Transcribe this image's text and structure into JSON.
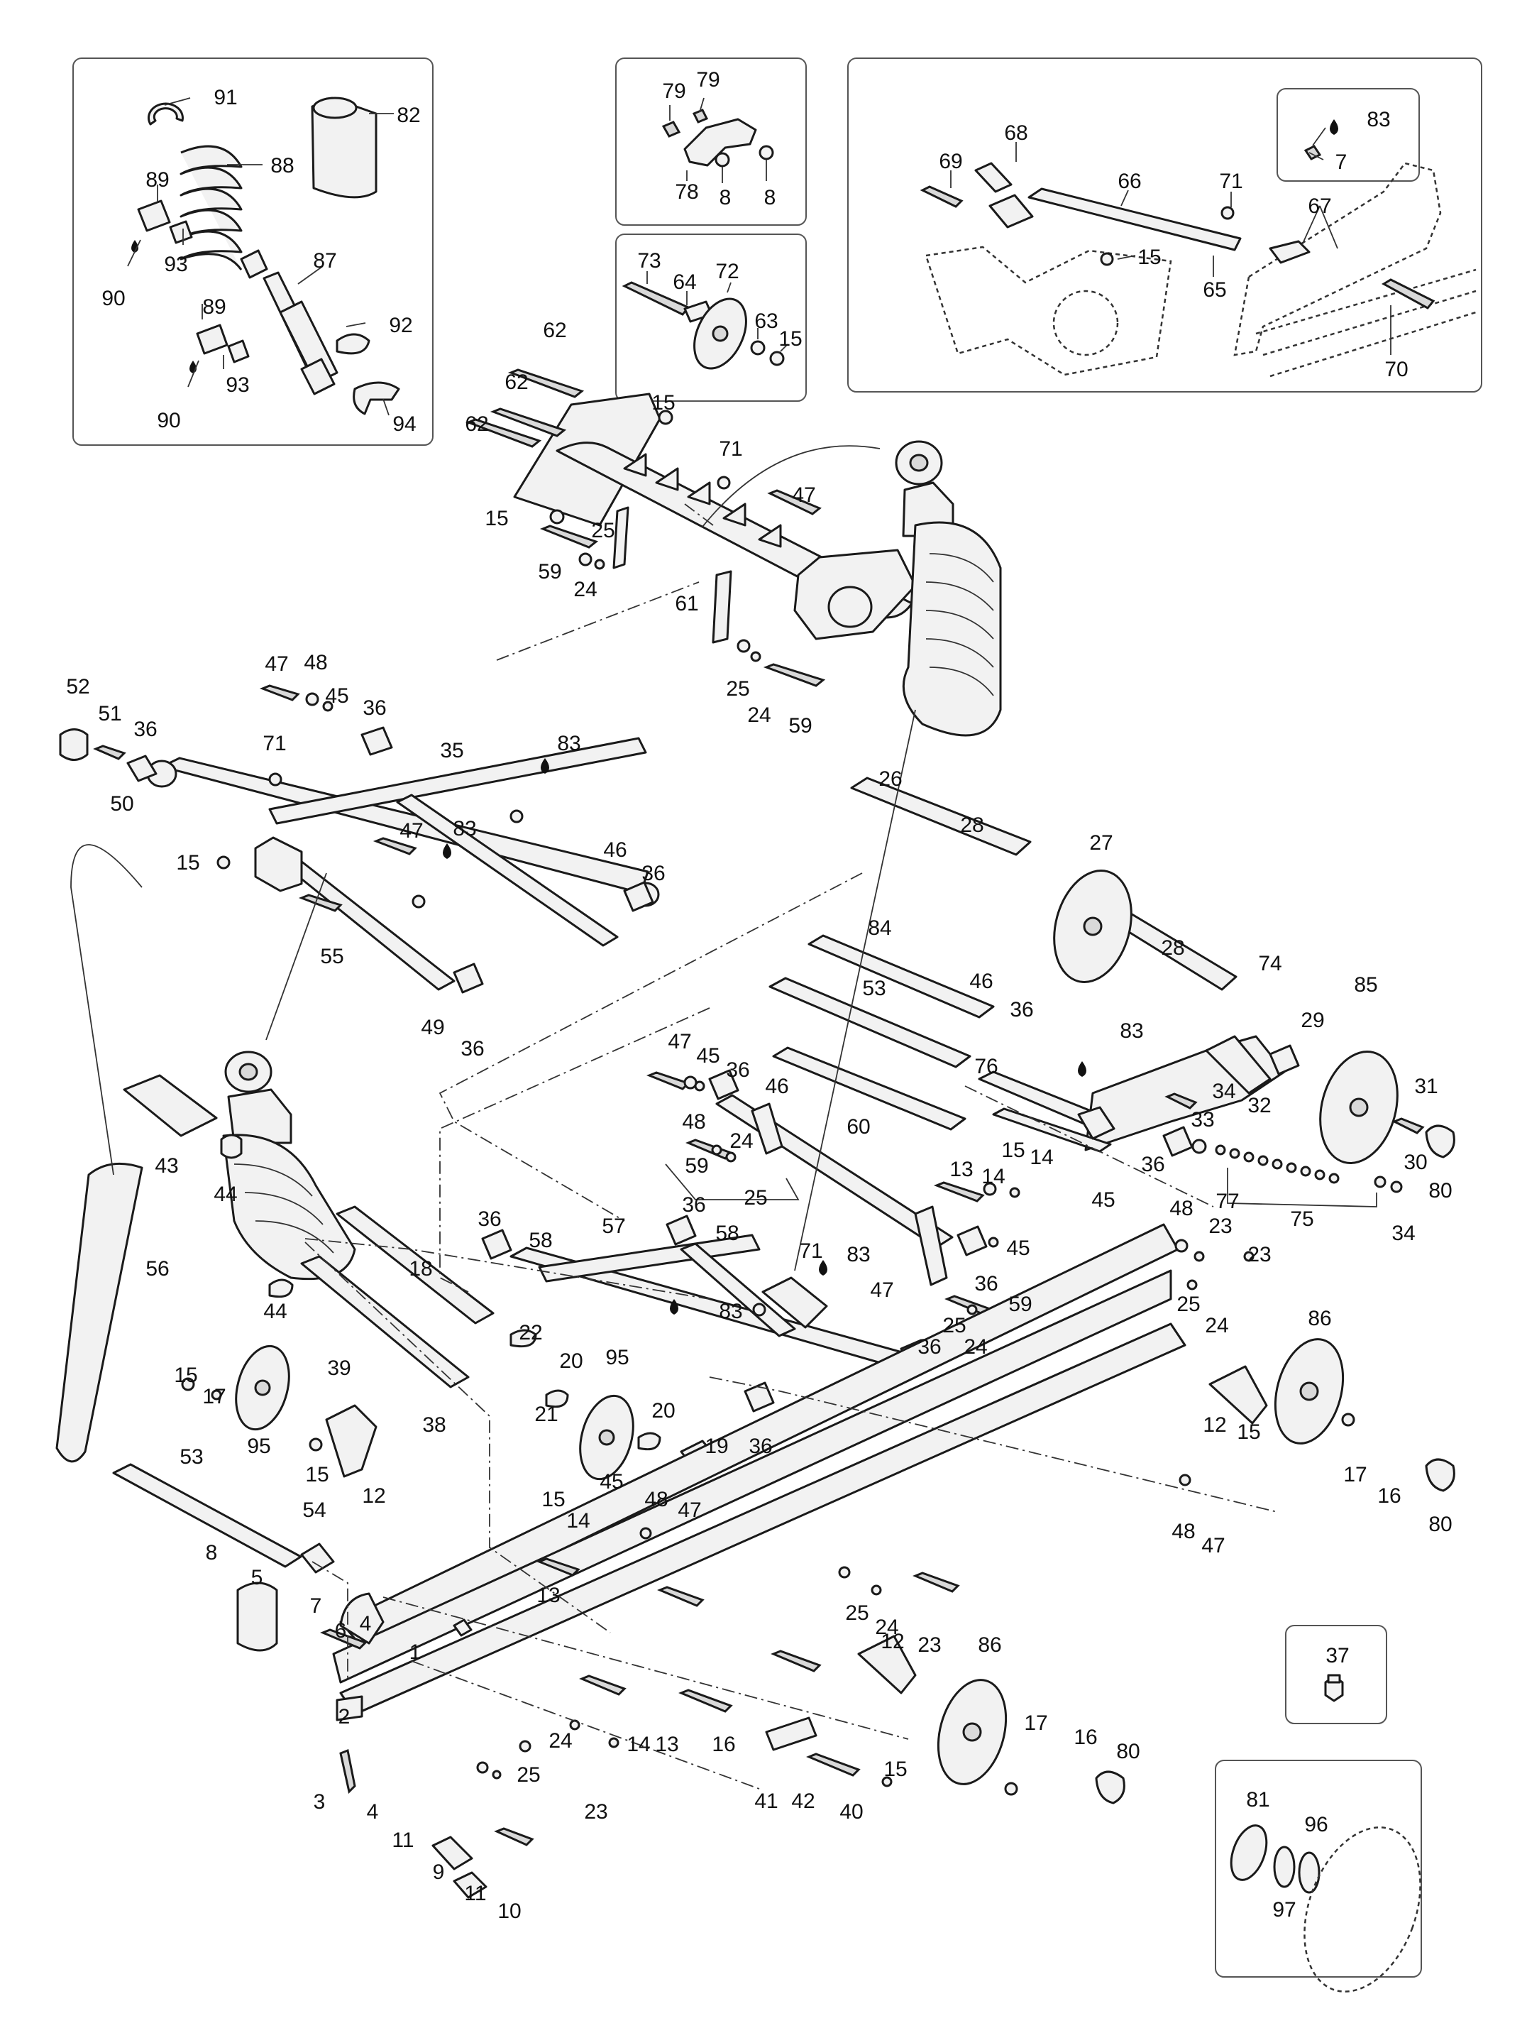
{
  "figure": {
    "callouts": [
      {
        "id": "c91",
        "text": "91"
      },
      {
        "id": "c82",
        "text": "82"
      },
      {
        "id": "c88",
        "text": "88"
      },
      {
        "id": "c89a",
        "text": "89"
      },
      {
        "id": "c90a",
        "text": "90"
      },
      {
        "id": "c93a",
        "text": "93"
      },
      {
        "id": "c87",
        "text": "87"
      },
      {
        "id": "c89b",
        "text": "89"
      },
      {
        "id": "c92",
        "text": "92"
      },
      {
        "id": "c90b",
        "text": "90"
      },
      {
        "id": "c93b",
        "text": "93"
      },
      {
        "id": "c94",
        "text": "94"
      },
      {
        "id": "c79a",
        "text": "79"
      },
      {
        "id": "c79b",
        "text": "79"
      },
      {
        "id": "c78",
        "text": "78"
      },
      {
        "id": "c8a",
        "text": "8"
      },
      {
        "id": "c8b",
        "text": "8"
      },
      {
        "id": "c73",
        "text": "73"
      },
      {
        "id": "c64",
        "text": "64"
      },
      {
        "id": "c72",
        "text": "72"
      },
      {
        "id": "c63",
        "text": "63"
      },
      {
        "id": "c15a",
        "text": "15"
      },
      {
        "id": "c68",
        "text": "68"
      },
      {
        "id": "c69",
        "text": "69"
      },
      {
        "id": "c66",
        "text": "66"
      },
      {
        "id": "c71a",
        "text": "71"
      },
      {
        "id": "c83a",
        "text": "83"
      },
      {
        "id": "c7a",
        "text": "7"
      },
      {
        "id": "c67",
        "text": "67"
      },
      {
        "id": "c15b",
        "text": "15"
      },
      {
        "id": "c65",
        "text": "65"
      },
      {
        "id": "c70",
        "text": "70"
      },
      {
        "id": "c62a",
        "text": "62"
      },
      {
        "id": "c62b",
        "text": "62"
      },
      {
        "id": "c62c",
        "text": "62"
      },
      {
        "id": "c15c",
        "text": "15"
      },
      {
        "id": "c15d",
        "text": "15"
      },
      {
        "id": "c71b",
        "text": "71"
      },
      {
        "id": "c47a",
        "text": "47"
      },
      {
        "id": "c25a",
        "text": "25"
      },
      {
        "id": "c59a",
        "text": "59"
      },
      {
        "id": "c24a",
        "text": "24"
      },
      {
        "id": "c61",
        "text": "61"
      },
      {
        "id": "c25b",
        "text": "25"
      },
      {
        "id": "c24b",
        "text": "24"
      },
      {
        "id": "c59b",
        "text": "59"
      },
      {
        "id": "c52",
        "text": "52"
      },
      {
        "id": "c51",
        "text": "51"
      },
      {
        "id": "c36a",
        "text": "36"
      },
      {
        "id": "c50",
        "text": "50"
      },
      {
        "id": "c47b",
        "text": "47"
      },
      {
        "id": "c48a",
        "text": "48"
      },
      {
        "id": "c45a",
        "text": "45"
      },
      {
        "id": "c36b",
        "text": "36"
      },
      {
        "id": "c71c",
        "text": "71"
      },
      {
        "id": "c35",
        "text": "35"
      },
      {
        "id": "c83b",
        "text": "83"
      },
      {
        "id": "c47c",
        "text": "47"
      },
      {
        "id": "c83c",
        "text": "83"
      },
      {
        "id": "c15e",
        "text": "15"
      },
      {
        "id": "c46a",
        "text": "46"
      },
      {
        "id": "c36c",
        "text": "36"
      },
      {
        "id": "c55",
        "text": "55"
      },
      {
        "id": "c49",
        "text": "49"
      },
      {
        "id": "c36d",
        "text": "36"
      },
      {
        "id": "c26",
        "text": "26"
      },
      {
        "id": "c28a",
        "text": "28"
      },
      {
        "id": "c27",
        "text": "27"
      },
      {
        "id": "c28b",
        "text": "28"
      },
      {
        "id": "c74",
        "text": "74"
      },
      {
        "id": "c84",
        "text": "84"
      },
      {
        "id": "c46b",
        "text": "46"
      },
      {
        "id": "c36e",
        "text": "36"
      },
      {
        "id": "c83d",
        "text": "83"
      },
      {
        "id": "c29",
        "text": "29"
      },
      {
        "id": "c85",
        "text": "85"
      },
      {
        "id": "c53a",
        "text": "53"
      },
      {
        "id": "c76",
        "text": "76"
      },
      {
        "id": "c34a",
        "text": "34"
      },
      {
        "id": "c32",
        "text": "32"
      },
      {
        "id": "c31",
        "text": "31"
      },
      {
        "id": "c33",
        "text": "33"
      },
      {
        "id": "c36f",
        "text": "36"
      },
      {
        "id": "c30",
        "text": "30"
      },
      {
        "id": "c80a",
        "text": "80"
      },
      {
        "id": "c77",
        "text": "77"
      },
      {
        "id": "c75",
        "text": "75"
      },
      {
        "id": "c34b",
        "text": "34"
      },
      {
        "id": "c47d",
        "text": "47"
      },
      {
        "id": "c45b",
        "text": "45"
      },
      {
        "id": "c36g",
        "text": "36"
      },
      {
        "id": "c46c",
        "text": "46"
      },
      {
        "id": "c60",
        "text": "60"
      },
      {
        "id": "c48b",
        "text": "48"
      },
      {
        "id": "c24c",
        "text": "24"
      },
      {
        "id": "c59c",
        "text": "59"
      },
      {
        "id": "c25c",
        "text": "25"
      },
      {
        "id": "c15f",
        "text": "15"
      },
      {
        "id": "c14a",
        "text": "14"
      },
      {
        "id": "c13a",
        "text": "13"
      },
      {
        "id": "c14b",
        "text": "14"
      },
      {
        "id": "c45c",
        "text": "45"
      },
      {
        "id": "c48c",
        "text": "48"
      },
      {
        "id": "c23a",
        "text": "23"
      },
      {
        "id": "c23b",
        "text": "23"
      },
      {
        "id": "c25d",
        "text": "25"
      },
      {
        "id": "c24d",
        "text": "24"
      },
      {
        "id": "c86a",
        "text": "86"
      },
      {
        "id": "c12a",
        "text": "12"
      },
      {
        "id": "c15g",
        "text": "15"
      },
      {
        "id": "c17a",
        "text": "17"
      },
      {
        "id": "c16a",
        "text": "16"
      },
      {
        "id": "c80b",
        "text": "80"
      },
      {
        "id": "c48d",
        "text": "48"
      },
      {
        "id": "c47e",
        "text": "47"
      },
      {
        "id": "c36h",
        "text": "36"
      },
      {
        "id": "c58a",
        "text": "58"
      },
      {
        "id": "c57",
        "text": "57"
      },
      {
        "id": "c36i",
        "text": "36"
      },
      {
        "id": "c58b",
        "text": "58"
      },
      {
        "id": "c71d",
        "text": "71"
      },
      {
        "id": "c83e",
        "text": "83"
      },
      {
        "id": "c47f",
        "text": "47"
      },
      {
        "id": "c45d",
        "text": "45"
      },
      {
        "id": "c36j",
        "text": "36"
      },
      {
        "id": "c83f",
        "text": "83"
      },
      {
        "id": "c25e",
        "text": "25"
      },
      {
        "id": "c24e",
        "text": "24"
      },
      {
        "id": "c59d",
        "text": "59"
      },
      {
        "id": "c36k",
        "text": "36"
      },
      {
        "id": "c36l",
        "text": "36"
      },
      {
        "id": "c43",
        "text": "43"
      },
      {
        "id": "c44a",
        "text": "44"
      },
      {
        "id": "c56",
        "text": "56"
      },
      {
        "id": "c18",
        "text": "18"
      },
      {
        "id": "c44b",
        "text": "44"
      },
      {
        "id": "c22",
        "text": "22"
      },
      {
        "id": "c20a",
        "text": "20"
      },
      {
        "id": "c95a",
        "text": "95"
      },
      {
        "id": "c15h",
        "text": "15"
      },
      {
        "id": "c17b",
        "text": "17"
      },
      {
        "id": "c39",
        "text": "39"
      },
      {
        "id": "c95b",
        "text": "95"
      },
      {
        "id": "c38",
        "text": "38"
      },
      {
        "id": "c21",
        "text": "21"
      },
      {
        "id": "c20b",
        "text": "20"
      },
      {
        "id": "c19",
        "text": "19"
      },
      {
        "id": "c15i",
        "text": "15"
      },
      {
        "id": "c12b",
        "text": "12"
      },
      {
        "id": "c53b",
        "text": "53"
      },
      {
        "id": "c54",
        "text": "54"
      },
      {
        "id": "c15j",
        "text": "15"
      },
      {
        "id": "c14c",
        "text": "14"
      },
      {
        "id": "c45e",
        "text": "45"
      },
      {
        "id": "c48e",
        "text": "48"
      },
      {
        "id": "c47g",
        "text": "47"
      },
      {
        "id": "c13b",
        "text": "13"
      },
      {
        "id": "c8c",
        "text": "8"
      },
      {
        "id": "c5",
        "text": "5"
      },
      {
        "id": "c7b",
        "text": "7"
      },
      {
        "id": "c6",
        "text": "6"
      },
      {
        "id": "c4a",
        "text": "4"
      },
      {
        "id": "c1",
        "text": "1"
      },
      {
        "id": "c25f",
        "text": "25"
      },
      {
        "id": "c24f",
        "text": "24"
      },
      {
        "id": "c23c",
        "text": "23"
      },
      {
        "id": "c2",
        "text": "2"
      },
      {
        "id": "c3",
        "text": "3"
      },
      {
        "id": "c4b",
        "text": "4"
      },
      {
        "id": "c11a",
        "text": "11"
      },
      {
        "id": "c9",
        "text": "9"
      },
      {
        "id": "c11b",
        "text": "11"
      },
      {
        "id": "c10",
        "text": "10"
      },
      {
        "id": "c24g",
        "text": "24"
      },
      {
        "id": "c25g",
        "text": "25"
      },
      {
        "id": "c23d",
        "text": "23"
      },
      {
        "id": "c14d",
        "text": "14"
      },
      {
        "id": "c13c",
        "text": "13"
      },
      {
        "id": "c16b",
        "text": "16"
      },
      {
        "id": "c12c",
        "text": "12"
      },
      {
        "id": "c41",
        "text": "41"
      },
      {
        "id": "c42",
        "text": "42"
      },
      {
        "id": "c40",
        "text": "40"
      },
      {
        "id": "c15k",
        "text": "15"
      },
      {
        "id": "c86b",
        "text": "86"
      },
      {
        "id": "c17c",
        "text": "17"
      },
      {
        "id": "c16c",
        "text": "16"
      },
      {
        "id": "c80c",
        "text": "80"
      },
      {
        "id": "c37",
        "text": "37"
      },
      {
        "id": "c81",
        "text": "81"
      },
      {
        "id": "c96",
        "text": "96"
      },
      {
        "id": "c97",
        "text": "97"
      }
    ]
  }
}
